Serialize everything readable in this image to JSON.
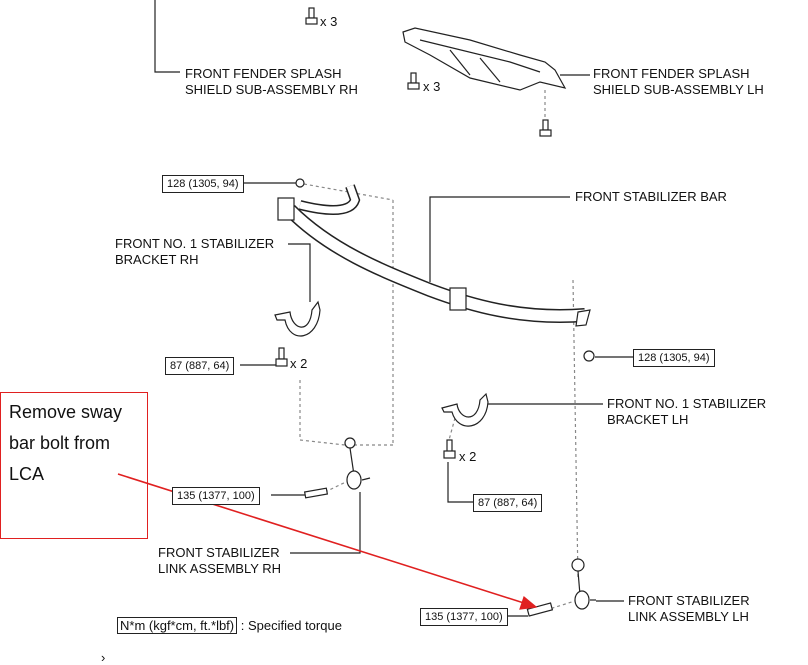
{
  "labels": {
    "fender_rh": [
      "FRONT FENDER SPLASH",
      "SHIELD SUB-ASSEMBLY RH"
    ],
    "fender_lh": [
      "FRONT FENDER SPLASH",
      "SHIELD SUB-ASSEMBLY LH"
    ],
    "stabilizer_bar": "FRONT STABILIZER BAR",
    "bracket_rh": [
      "FRONT NO. 1 STABILIZER",
      "BRACKET RH"
    ],
    "bracket_lh": [
      "FRONT NO. 1 STABILIZER",
      "BRACKET LH"
    ],
    "link_rh": [
      "FRONT STABILIZER",
      "LINK ASSEMBLY RH"
    ],
    "link_lh": [
      "FRONT STABILIZER",
      "LINK ASSEMBLY LH"
    ]
  },
  "quantities": {
    "fender_rh_bolts": "x 3",
    "fender_lh_bolts": "x 3",
    "bracket_rh_bolts": "x 2",
    "bracket_lh_bolts": "x 2"
  },
  "torques": {
    "bar_nut_rh": "128 (1305, 94)",
    "bar_nut_lh": "128 (1305, 94)",
    "bracket_rh": "87 (887, 64)",
    "bracket_lh": "87 (887, 64)",
    "link_rh": "135 (1377, 100)",
    "link_lh": "135 (1377, 100)"
  },
  "legend": {
    "unit": "N*m (kgf*cm, ft.*lbf)",
    "text": ": Specified torque"
  },
  "annotation": {
    "lines": [
      "Remove sway",
      "bar bolt from",
      "LCA"
    ],
    "color": "#e02020"
  },
  "footer_mark": "›"
}
